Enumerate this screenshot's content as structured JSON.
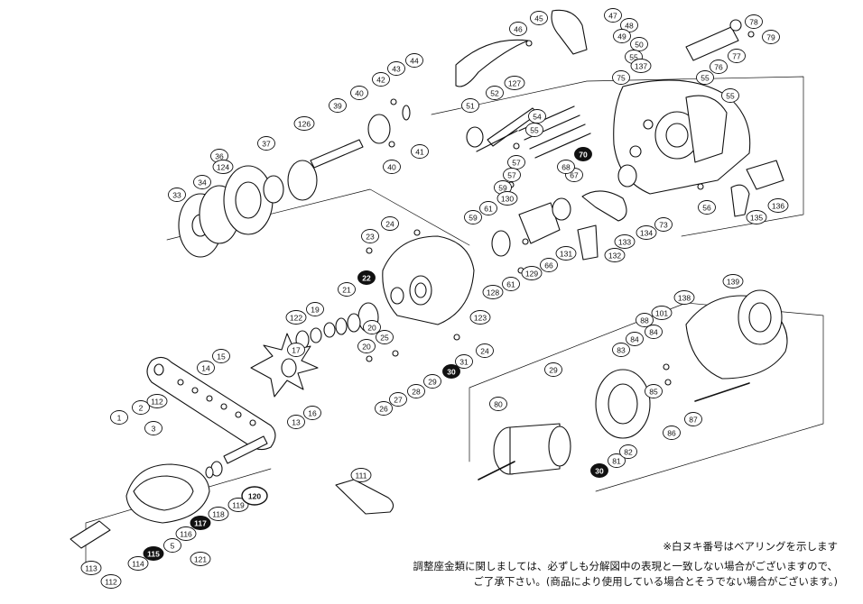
{
  "notes": {
    "bearing_note": "※白ヌキ番号はベアリングを示します",
    "line1": "調整座金類に関しましては、必ずしも分解図中の表現と一致しない場合がございますので、",
    "line2": "ご了承下さい。(商品により使用している場合とそうでない場合がございます。)"
  },
  "labels": [
    "1",
    "2",
    "3",
    "5",
    "13",
    "14",
    "15",
    "16",
    "17",
    "19",
    "20",
    "20",
    "21",
    "22",
    "23",
    "24",
    "24",
    "25",
    "26",
    "27",
    "28",
    "29",
    "29",
    "30",
    "30",
    "31",
    "33",
    "34",
    "36",
    "37",
    "39",
    "40",
    "40",
    "41",
    "42",
    "43",
    "44",
    "45",
    "46",
    "47",
    "48",
    "49",
    "50",
    "51",
    "52",
    "54",
    "55",
    "55",
    "55",
    "55",
    "56",
    "57",
    "57",
    "59",
    "59",
    "61",
    "61",
    "66",
    "67",
    "68",
    "70",
    "73",
    "75",
    "76",
    "77",
    "78",
    "79",
    "80",
    "81",
    "82",
    "83",
    "84",
    "84",
    "85",
    "86",
    "87",
    "88",
    "101",
    "111",
    "112",
    "112",
    "113",
    "114",
    "115",
    "116",
    "117",
    "118",
    "119",
    "120",
    "121",
    "122",
    "123",
    "124",
    "126",
    "127",
    "128",
    "129",
    "130",
    "131",
    "132",
    "133",
    "134",
    "135",
    "136",
    "137",
    "138",
    "139"
  ],
  "bearing_labels": [
    "22",
    "30",
    "30",
    "70",
    "115",
    "117"
  ]
}
